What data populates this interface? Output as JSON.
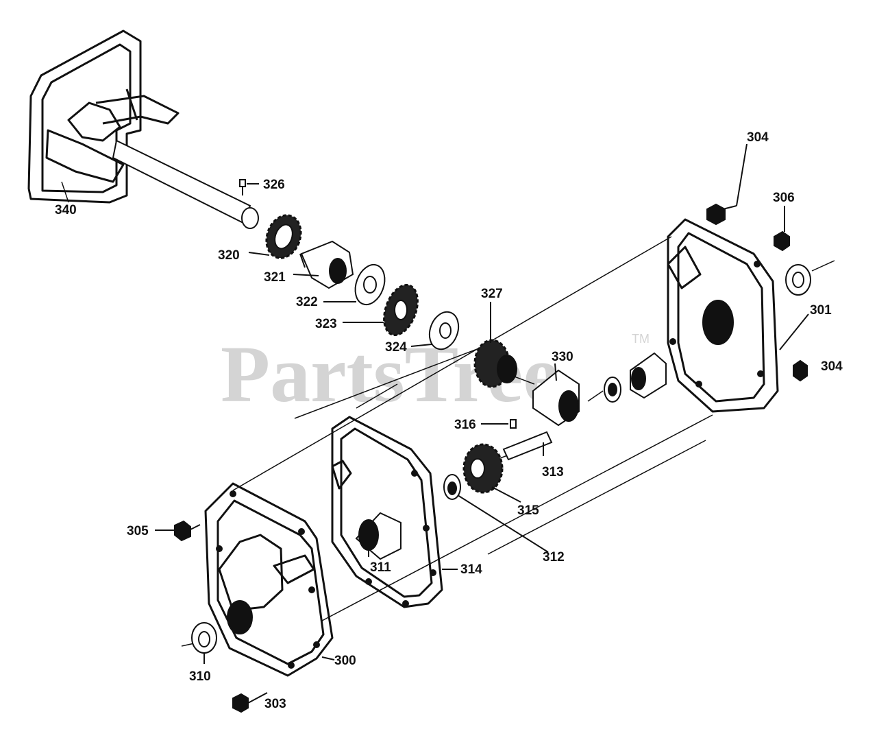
{
  "watermark": {
    "text": "PartsTree",
    "trademark": "TM"
  },
  "callouts": [
    {
      "id": "304a",
      "label": "304"
    },
    {
      "id": "306",
      "label": "306"
    },
    {
      "id": "301",
      "label": "301"
    },
    {
      "id": "304b",
      "label": "304"
    },
    {
      "id": "326",
      "label": "326"
    },
    {
      "id": "340",
      "label": "340"
    },
    {
      "id": "320",
      "label": "320"
    },
    {
      "id": "321",
      "label": "321"
    },
    {
      "id": "322",
      "label": "322"
    },
    {
      "id": "323",
      "label": "323"
    },
    {
      "id": "324",
      "label": "324"
    },
    {
      "id": "327",
      "label": "327"
    },
    {
      "id": "330",
      "label": "330"
    },
    {
      "id": "316",
      "label": "316"
    },
    {
      "id": "313",
      "label": "313"
    },
    {
      "id": "315",
      "label": "315"
    },
    {
      "id": "312",
      "label": "312"
    },
    {
      "id": "314",
      "label": "314"
    },
    {
      "id": "311",
      "label": "311"
    },
    {
      "id": "305",
      "label": "305"
    },
    {
      "id": "300",
      "label": "300"
    },
    {
      "id": "310",
      "label": "310"
    },
    {
      "id": "303",
      "label": "303"
    }
  ]
}
